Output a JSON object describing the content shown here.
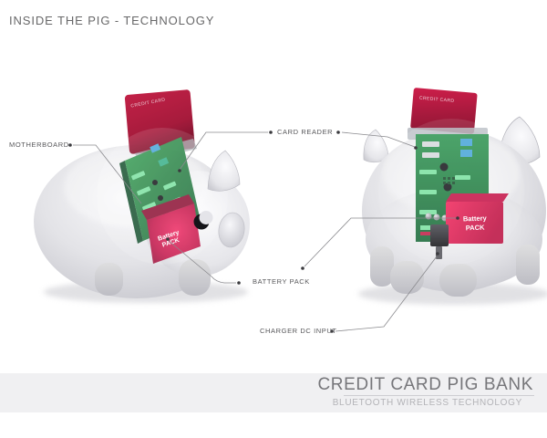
{
  "header": {
    "title": "INSIDE THE PIG - TECHNOLOGY"
  },
  "labels": {
    "motherboard": "MOTHERBOARD",
    "card_reader": "CARD READER",
    "battery_pack": "BATTERY PACK",
    "charger_dc_input": "CHARGER DC INPUT"
  },
  "left_pig": {
    "card_text": "CREDIT CARD",
    "battery_line1": "Battery",
    "battery_line2": "PACK"
  },
  "right_pig": {
    "card_text": "CREDIT CARD",
    "battery_line1": "Battery",
    "battery_line2": "PACK"
  },
  "footer": {
    "title": "CREDIT CARD PIG BANK",
    "subtitle": "BLUETOOTH WIRELESS TECHNOLOGY"
  },
  "colors": {
    "card_red": "#b5163d",
    "pcb_green": "#2f9350",
    "battery_red": "#e91e58",
    "pig_gray": "#d6d6da",
    "label_text": "#57575a",
    "callout_line": "#8a8a8e",
    "footer_panel": "#f0f0f2",
    "footer_title": "#76767a",
    "footer_subtitle": "#b3b3b7",
    "heading_text": "#686869"
  }
}
